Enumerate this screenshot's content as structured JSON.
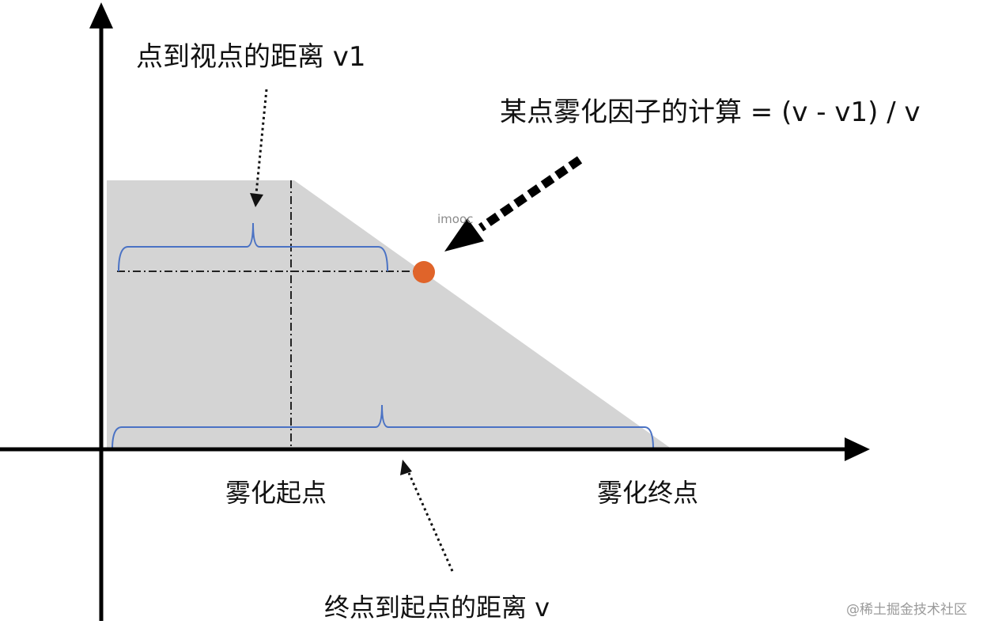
{
  "labels": {
    "view_distance": "点到视点的距离 v1",
    "fog_factor_formula": "某点雾化因子的计算 = (v - v1) / v",
    "fog_start": "雾化起点",
    "fog_end": "雾化终点",
    "total_distance": "终点到起点的距离 v",
    "watermark_center": "imooc",
    "watermark_footer": "@稀土掘金技术社区"
  },
  "colors": {
    "fog_region": "#d4d4d4",
    "axis": "#000000",
    "bracket": "#4a72c4",
    "point": "#e0642a",
    "guide_line": "#222222"
  }
}
